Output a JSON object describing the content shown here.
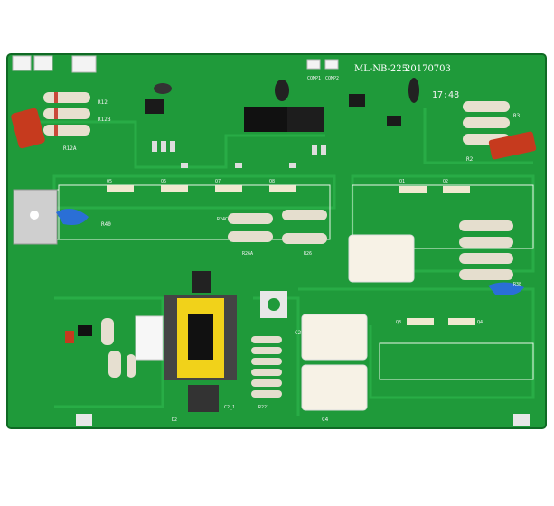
{
  "board": {
    "model": "ML-NB-225",
    "date": "20170703",
    "stamp": "17:48",
    "colors": {
      "pcb": "#1f9a3a",
      "pcb_dark": "#127a2a",
      "trace": "#2bb14a",
      "silk": "#f4f4f4",
      "capacitor_red": "#c63a1e",
      "capacitor_blue": "#2a6fd6",
      "transformer_yellow": "#f1d21a",
      "film_cap_white": "#f7f2e6"
    }
  },
  "silkscreen": {
    "labels": [
      "R12",
      "R12B",
      "R12A",
      "R3",
      "R2",
      "R40",
      "R24C",
      "R26A",
      "R26",
      "R38",
      "Q5",
      "Q6",
      "Q7",
      "Q8",
      "Q1",
      "Q2",
      "Q3",
      "Q4",
      "C2",
      "C4",
      "D2",
      "R221",
      "COMP1",
      "COMP2",
      "C2_1"
    ]
  }
}
